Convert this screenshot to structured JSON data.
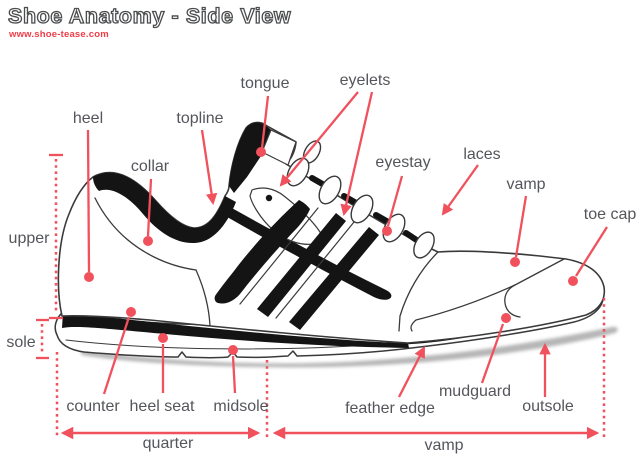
{
  "header": {
    "title": "Shoe Anatomy - Side View",
    "website": "www.shoe-tease.com"
  },
  "colors": {
    "accent_red": "#f0515c",
    "website_red": "#ee3d47",
    "label_gray": "#54565b",
    "title_outline_gray": "#4b4c4e",
    "shoe_ink": "#3a3a3c",
    "shoe_black": "#141414",
    "shadow_gray": "#a9a9a9"
  },
  "parts": {
    "tongue": "tongue",
    "eyelets": "eyelets",
    "heel": "heel",
    "topline": "topline",
    "collar": "collar",
    "eyestay": "eyestay",
    "laces": "laces",
    "vamp": "vamp",
    "toe_cap": "toe cap",
    "counter": "counter",
    "heel_seat": "heel seat",
    "midsole": "midsole",
    "feather_edge": "feather edge",
    "mudguard": "mudguard",
    "outsole": "outsole"
  },
  "measurements": {
    "upper": "upper",
    "sole": "sole",
    "quarter": "quarter",
    "vamp": "vamp"
  }
}
